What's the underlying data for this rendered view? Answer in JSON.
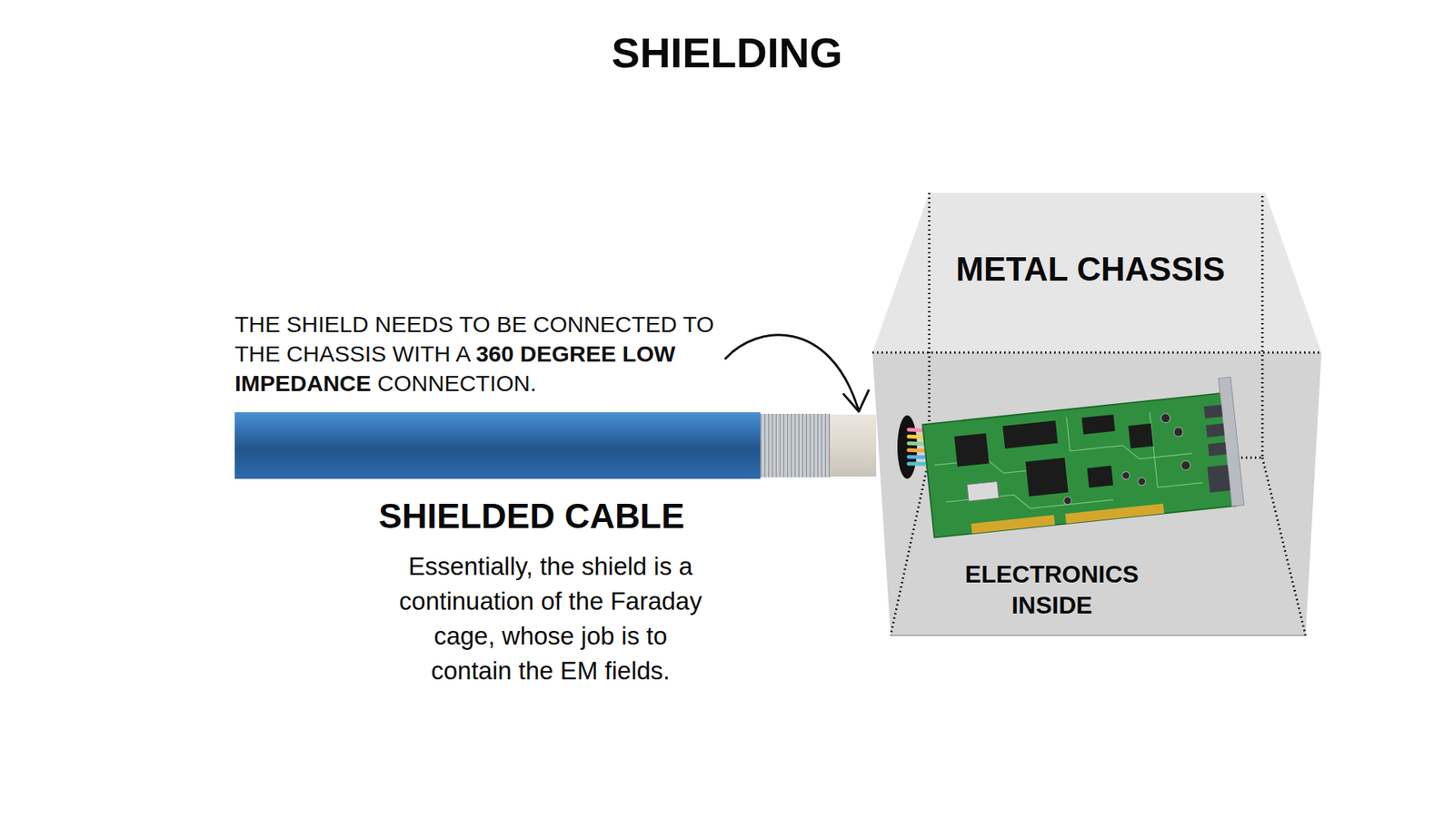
{
  "diagram": {
    "title": "SHIELDING",
    "nodes": [
      {
        "text": [
          "SHIELDED CABLE",
          "Essentially, the shield is a continuation of the Faraday cage, whose job is to contain the EM fields."
        ]
      },
      {
        "text": [
          "METAL CHASSIS",
          "ELECTRONICS INSIDE"
        ]
      }
    ],
    "labels": [
      "THE SHIELD NEEDS TO BE CONNECTED TO THE CHASSIS WITH A",
      "360 DEGREE LOW IMPEDANCE",
      "CONNECTION."
    ]
  }
}
